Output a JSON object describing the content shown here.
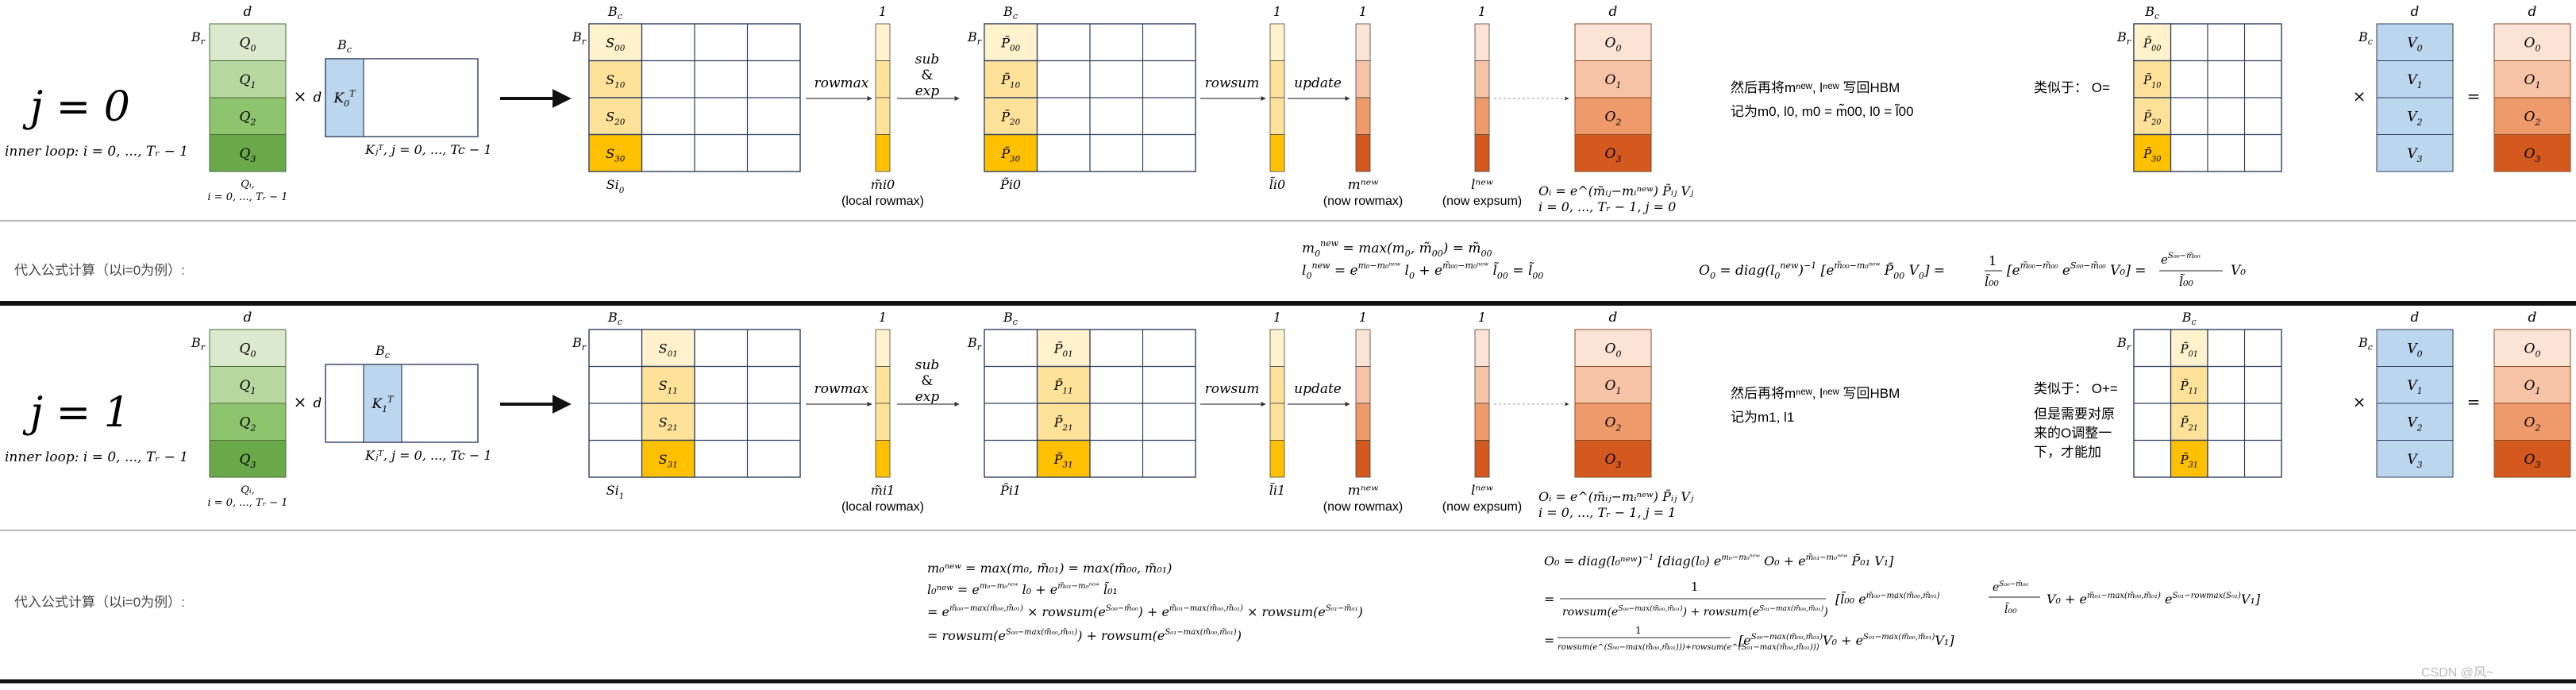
{
  "colors": {
    "q": [
      "#dbe9cf",
      "#b7d7a0",
      "#8fc46f",
      "#6aa94a"
    ],
    "k": "#bcd6ee",
    "s_light": "#fff2cc",
    "s_mid": "#ffe29a",
    "s_dark": "#ffc000",
    "o": [
      "#fbe3d6",
      "#f6c3a6",
      "#ef9a6a",
      "#d3591f"
    ],
    "v": "#bcd6ee"
  },
  "labels": {
    "d": "d",
    "br": "B",
    "br_sub": "r",
    "bc": "B",
    "bc_sub": "c",
    "one": "1",
    "times": "×",
    "eq": "=",
    "rowmax": "rowmax",
    "sub": "sub",
    "amp": "&",
    "exp": "exp",
    "rowsum": "rowsum",
    "update": "update",
    "m_new": "m",
    "l_new": "l",
    "new_sup": "new",
    "local_rowmax": "(local rowmax)",
    "now_rowmax": "(now rowmax)",
    "now_expsum": "(now expsum)",
    "inner_loop": "inner loop: i = 0, ..., T",
    "inner_loop_tail": " − 1",
    "qi_caption": "Q",
    "qi_range": "i = 0, ..., T",
    "kt_caption": "K",
    "kt_range": ", j = 0, ..., T",
    "oi_formula": "O",
    "oi_range0": "i = 0, ..., T",
    "oi_range0_tail": " − 1, j = 0",
    "watermark": "CSDN @风~"
  },
  "block0": {
    "title_j": "j = 0",
    "q_labels": [
      "Q0",
      "Q1",
      "Q2",
      "Q3"
    ],
    "k_label": "K0T",
    "s_labels": [
      "S00",
      "S10",
      "S20",
      "S30"
    ],
    "s_caption": "Si0",
    "m_caption": "m̃i0",
    "p_labels": [
      "P̃00",
      "P̃10",
      "P̃20",
      "P̃30"
    ],
    "p_caption": "P̃i0",
    "l_caption": "l̃i0",
    "o_labels": [
      "O0",
      "O1",
      "O2",
      "O3"
    ],
    "note_line1": "然后再将m",
    "note_line1b": ", l",
    "note_line1c": " 写回HBM",
    "note_line2": "记为m0, l0,  m0 = m̃00, l0 = l̃00",
    "similar": "类似于： O=",
    "v_labels": [
      "V0",
      "V1",
      "V2",
      "V3"
    ],
    "formula_label": "代入公式计算（以i=0为例）:",
    "f1": "m0new = max(m0, m̃00) = m̃00",
    "f2": "l0new = e^(m0−m0new) l0 + e^(m̃00−m0new) l̃00 = l̃00",
    "f3": "O0 = diag(l0new)^(−1) [e^(m̃00−m0new) P̃00 V0] = (1 / l̃00) [e^(m̃00−m̃00) e^(S00−m̃00) V0] = (e^(S00−m̃00) / l̃00) V0"
  },
  "block1": {
    "title_j": "j = 1",
    "q_labels": [
      "Q0",
      "Q1",
      "Q2",
      "Q3"
    ],
    "k_label": "K1T",
    "s_labels": [
      "S01",
      "S11",
      "S21",
      "S31"
    ],
    "s_caption": "Si1",
    "m_caption": "m̃i1",
    "p_labels": [
      "P̃01",
      "P̃11",
      "P̃21",
      "P̃31"
    ],
    "p_caption": "P̃i1",
    "l_caption": "l̃i1",
    "o_labels": [
      "O0",
      "O1",
      "O2",
      "O3"
    ],
    "note_line1": "然后再将m",
    "note_line1b": ", l",
    "note_line1c": " 写回HBM",
    "note_line2": "记为m1, l1",
    "similar": "类似于： O+=",
    "similar_extra": [
      "但是需要对原",
      "来的O调整一",
      "下，才能加"
    ],
    "v_labels": [
      "V0",
      "V1",
      "V2",
      "V3"
    ],
    "formula_label": "代入公式计算（以i=0为例）:",
    "g1": "m0new = max(m0, m̃01) = max(m̃00, m̃01)",
    "g2": "l0new = e^(m0−m0new) l0 + e^(m̃01−m0new) l̃01",
    "g3": "= e^(m̃00−max(m̃00,m̃01)) × rowsum(e^(S00−m̃00)) + e^(m̃01−max(m̃00,m̃01)) × rowsum(e^(S01−m̃01))",
    "g4": "= rowsum(e^(S00−max(m̃00,m̃01))) + rowsum(e^(S01−max(m̃00,m̃01)))",
    "h1": "O0 = diag(l0new)^(−1) [diag(l0) e^(m0−m0new) O0 + e^(m̃01−m0new) P̃01 V1]",
    "h2": "= 1 / (rowsum(e^(S00−max(m̃00,m̃01))) + rowsum(e^(S01−max(m̃00,m̃01)))) [l̃00 e^(m̃00−max(m̃00,m̃01)) (e^(S00−m̃00)/l̃00) V0 + e^(m̃01−max(m̃00,m̃01)) e^(S01−rowmax(S01)) V1]",
    "h3": "= 1 / (rowsum(e^(S00−max(m̃00,m̃01))) + rowsum(e^(S01−max(m̃00,m̃01)))) [e^(S00−max(m̃00,m̃01)) V0 + e^(S01−max(m̃00,m̃01)) V1]"
  }
}
